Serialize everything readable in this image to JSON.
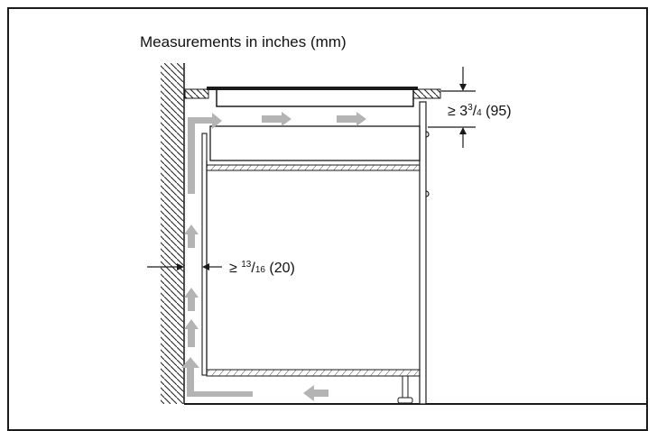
{
  "title": "Measurements in inches (mm)",
  "dimensions": {
    "top_clearance": {
      "symbol": "≥",
      "whole": "3",
      "num": "3",
      "den": "4",
      "metric": "(95)"
    },
    "wall_gap": {
      "symbol": "≥",
      "num": "13",
      "den": "16",
      "metric": "(20)"
    }
  },
  "colors": {
    "line": "#1a1a1a",
    "airflow_arrow": "#b4b4b4"
  }
}
